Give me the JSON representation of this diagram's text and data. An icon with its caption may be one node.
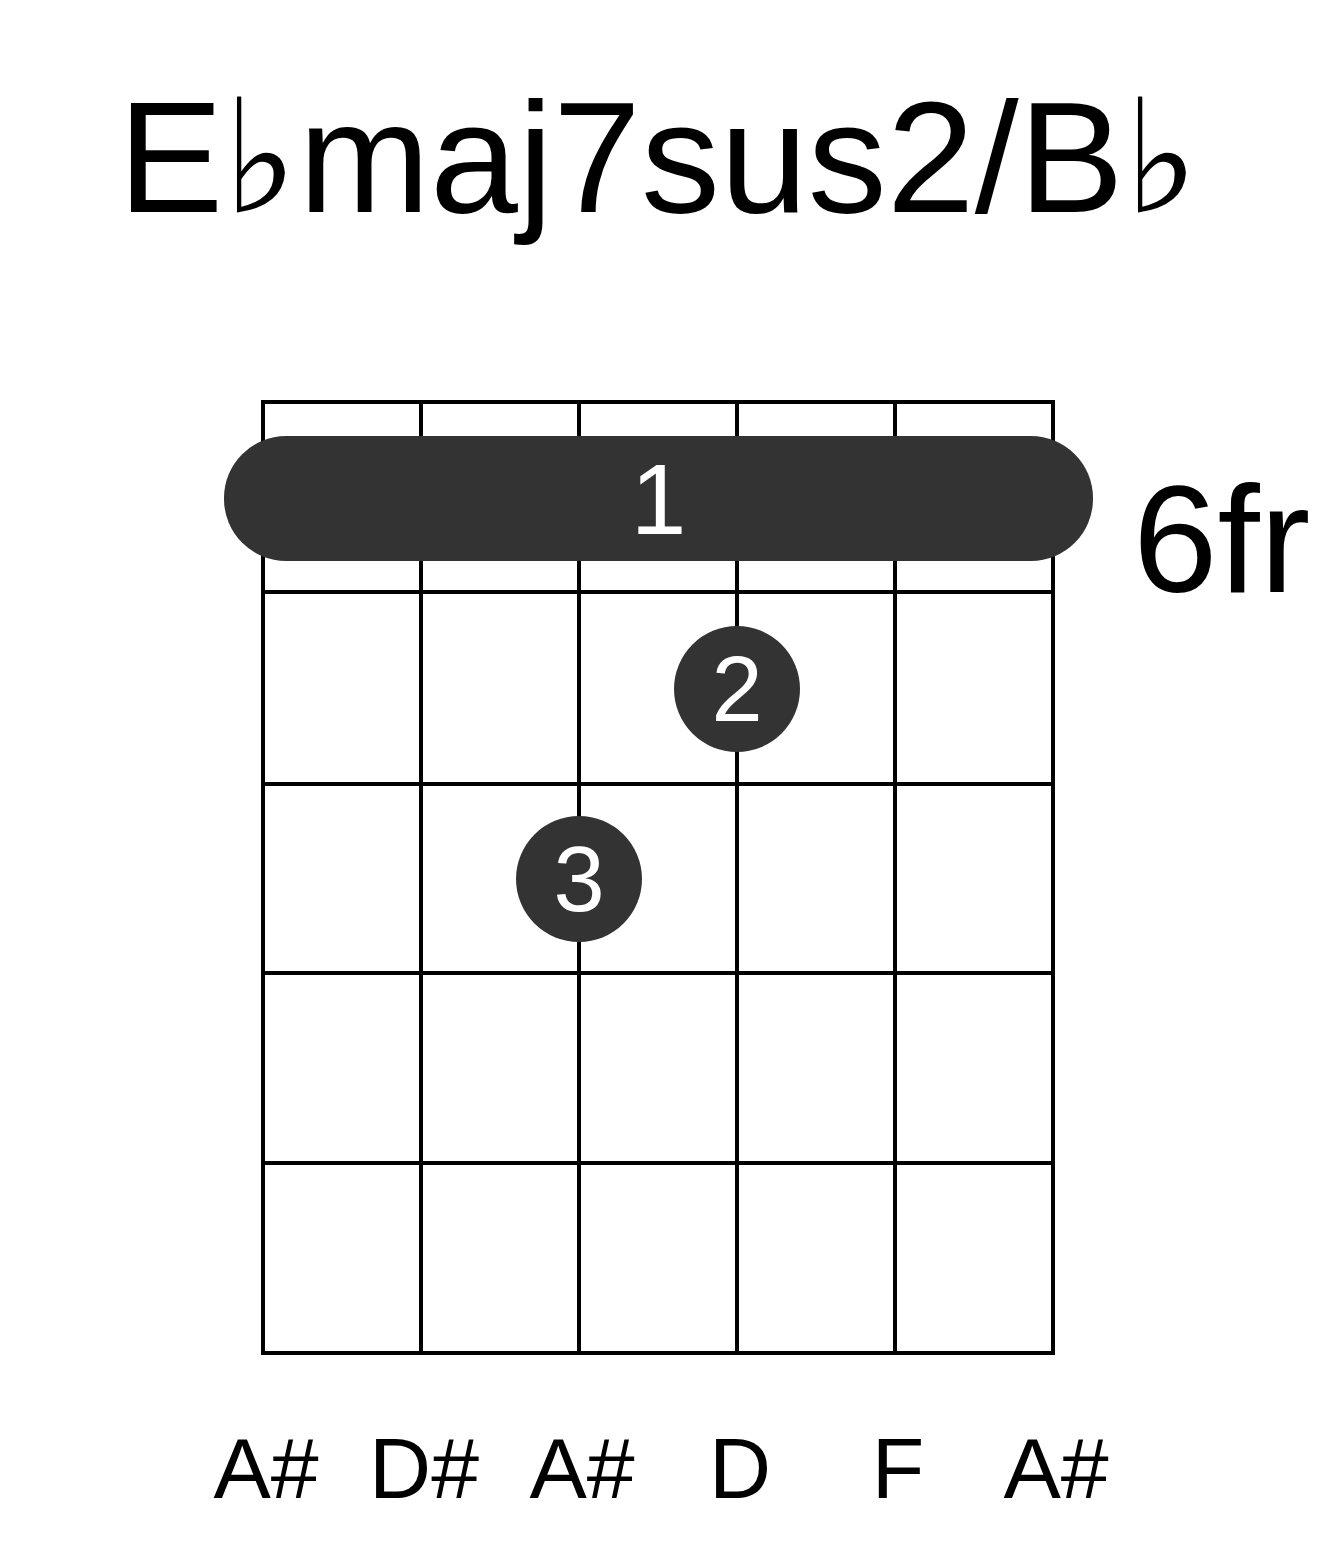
{
  "diagram": {
    "title": "E♭maj7sus2/B♭",
    "nodes": [
      {
        "text": [
          "1"
        ]
      },
      {
        "text": [
          "2"
        ]
      },
      {
        "text": [
          "3"
        ]
      }
    ],
    "labels": [
      "6fr",
      "A#",
      "D#",
      "A#",
      "D",
      "F",
      "A#"
    ]
  }
}
